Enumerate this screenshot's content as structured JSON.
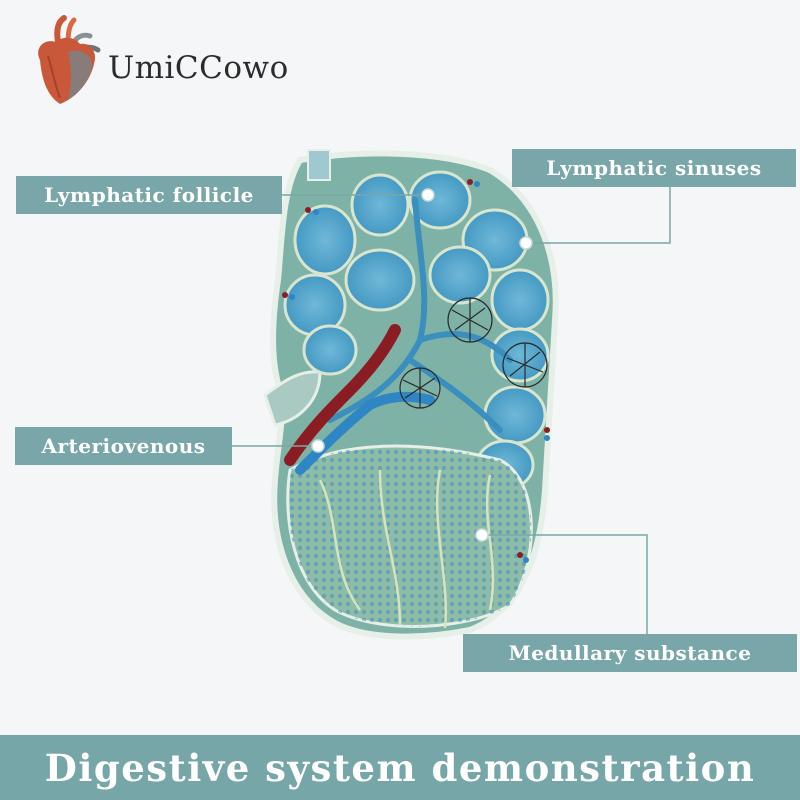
{
  "brand": {
    "name": "UmiCCowo",
    "logo_icon": "heart-icon"
  },
  "labels": {
    "lymphatic_follicle": "Lymphatic follicle",
    "lymphatic_sinuses": "Lymphatic sinuses",
    "arteriovenous": "Arteriovenous",
    "medullary_substance": "Medullary substance"
  },
  "footer": {
    "title": "Digestive system demonstration"
  },
  "colors": {
    "label_bg": "#79a6a8",
    "footer_bg": "#76a6a8",
    "tissue_teal": "#5f9ea0",
    "follicle_blue": "#4fa3c9",
    "artery_red": "#8c1c24",
    "vein_blue": "#2f86c4"
  }
}
